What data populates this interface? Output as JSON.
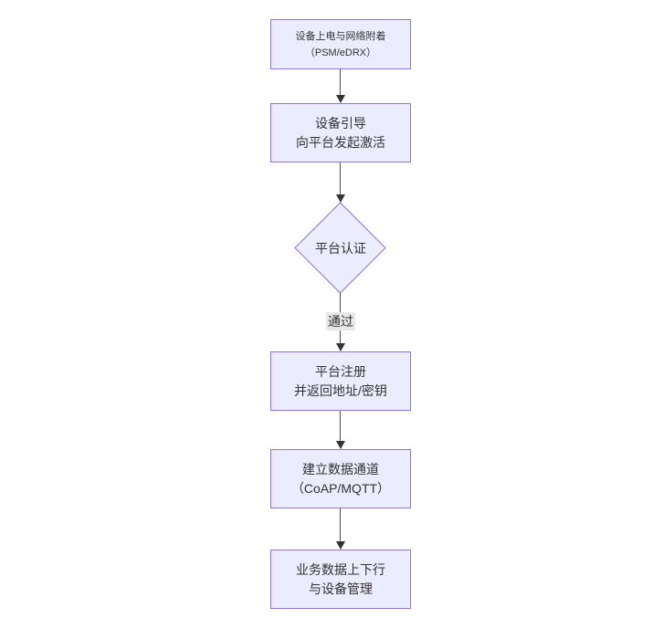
{
  "diagram": {
    "type": "flowchart-vertical",
    "colors": {
      "background": "#ffffff",
      "node_fill": "#ECECFF",
      "node_border": "#9370DB",
      "node_text": "#333333",
      "edge_line": "#4d4d4d",
      "arrow_head": "#333333",
      "edge_label_bg": "#e8e8e8"
    },
    "nodes": [
      {
        "id": "power-attach",
        "shape": "rect",
        "lines": [
          "设备上电与网络附着",
          "（PSM/eDRX）"
        ]
      },
      {
        "id": "bootstrap",
        "shape": "rect",
        "lines": [
          "设备引导",
          "向平台发起激活"
        ]
      },
      {
        "id": "auth",
        "shape": "diamond",
        "lines": [
          "平台认证"
        ]
      },
      {
        "id": "register",
        "shape": "rect",
        "lines": [
          "平台注册",
          "并返回地址/密钥"
        ]
      },
      {
        "id": "channel",
        "shape": "rect",
        "lines": [
          "建立数据通道",
          "（CoAP/MQTT）"
        ]
      },
      {
        "id": "business",
        "shape": "rect",
        "lines": [
          "业务数据上下行",
          "与设备管理"
        ]
      }
    ],
    "edges": [
      {
        "from": "power-attach",
        "to": "bootstrap",
        "label": ""
      },
      {
        "from": "bootstrap",
        "to": "auth",
        "label": ""
      },
      {
        "from": "auth",
        "to": "register",
        "label": "通过"
      },
      {
        "from": "register",
        "to": "channel",
        "label": ""
      },
      {
        "from": "channel",
        "to": "business",
        "label": ""
      }
    ]
  }
}
